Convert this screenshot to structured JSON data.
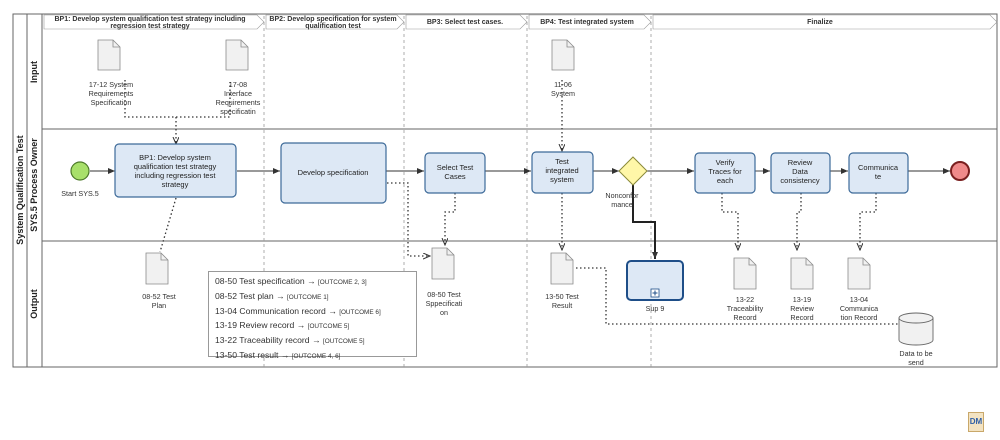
{
  "pool": {
    "title": "System Qualification Test"
  },
  "lanes": [
    {
      "id": "input",
      "label": "Input"
    },
    {
      "id": "owner",
      "label": "SYS.5 Process Owner"
    },
    {
      "id": "output",
      "label": "Output"
    }
  ],
  "phases": [
    {
      "id": "bp1",
      "lines": [
        "BP1: Develop system qualification test strategy including",
        "regression test strategy"
      ]
    },
    {
      "id": "bp2",
      "lines": [
        "BP2: Develop specification for system",
        "qualification test"
      ]
    },
    {
      "id": "bp3",
      "lines": [
        "BP3: Select test cases."
      ]
    },
    {
      "id": "bp4",
      "lines": [
        "BP4: Test integrated system"
      ]
    },
    {
      "id": "fin",
      "lines": [
        "Finalize"
      ]
    }
  ],
  "start_event": {
    "label": "Start SYS.5"
  },
  "tasks": [
    {
      "id": "t1",
      "lines": [
        "BP1: Develop system",
        "qualification test strategy",
        "including regression test",
        "strategy"
      ]
    },
    {
      "id": "t2",
      "lines": [
        "Develop specification"
      ]
    },
    {
      "id": "t3",
      "lines": [
        "Select Test",
        "Cases"
      ]
    },
    {
      "id": "t4",
      "lines": [
        "Test",
        "integrated",
        "system"
      ]
    },
    {
      "id": "t5",
      "lines": [
        "Verify",
        "Traces for",
        "each"
      ]
    },
    {
      "id": "t6",
      "lines": [
        "Review",
        "Data",
        "consistency"
      ]
    },
    {
      "id": "t7",
      "lines": [
        "Communica",
        "te"
      ]
    }
  ],
  "gateway": {
    "lines": [
      "Nonconfor",
      "mance"
    ]
  },
  "subprocess": {
    "label": "Sup 9"
  },
  "input_docs": [
    {
      "id": "d1712",
      "lines": [
        "17-12 System",
        "Requirements",
        "Specification"
      ]
    },
    {
      "id": "d1708",
      "lines": [
        "17-08",
        "Interface",
        "Requirements",
        "specificatin"
      ]
    },
    {
      "id": "d1106",
      "lines": [
        "11-06",
        "System"
      ]
    }
  ],
  "output_docs": [
    {
      "id": "d0852",
      "lines": [
        "08-52 Test",
        "Plan"
      ]
    },
    {
      "id": "d0850",
      "lines": [
        "08-50 Test",
        "Sppecificati",
        "on"
      ]
    },
    {
      "id": "d1350",
      "lines": [
        "13-50 Test",
        "Result"
      ]
    },
    {
      "id": "d1322",
      "lines": [
        "13-22",
        "Traceability",
        "Record"
      ]
    },
    {
      "id": "d1319",
      "lines": [
        "13-19",
        "Review",
        "Record"
      ]
    },
    {
      "id": "d1304",
      "lines": [
        "13-04",
        "Communica",
        "tion Record"
      ]
    }
  ],
  "datastore": {
    "lines": [
      "Data to be",
      "send"
    ]
  },
  "legend": [
    {
      "text": "08-50 Test specification → ",
      "outcome": "[OUTCOME 2, 3]"
    },
    {
      "text": "08-52 Test plan → ",
      "outcome": "[OUTCOME 1]"
    },
    {
      "text": "13-04 Communication record → ",
      "outcome": "[OUTCOME 6]"
    },
    {
      "text": "13-19 Review record → ",
      "outcome": "[OUTCOME 5]"
    },
    {
      "text": "13-22 Traceability record → ",
      "outcome": "[OUTCOME 5]"
    },
    {
      "text": "13-50 Test result → ",
      "outcome": "[OUTCOME 4, 6]"
    }
  ],
  "logo": {
    "text": "DM"
  },
  "colors": {
    "task_fill": "#dde8f5",
    "task_stroke": "#3d6a99",
    "start": "#a8e06a",
    "end": "#f08a8a",
    "gateway": "#fff7a8"
  }
}
